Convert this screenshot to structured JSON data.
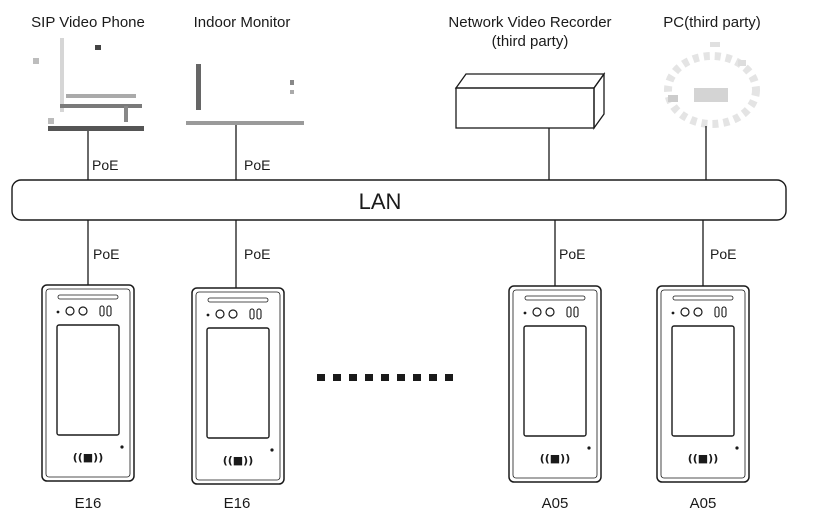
{
  "top_devices": [
    {
      "label": "SIP Video Phone",
      "link": "PoE",
      "icon": "sip-video-phone-icon"
    },
    {
      "label": "Indoor Monitor",
      "link": "PoE",
      "icon": "indoor-monitor-icon"
    },
    {
      "label_line1": "Network Video Recorder",
      "label_line2": "(third party)",
      "icon": "nvr-icon"
    },
    {
      "label": "PC(third party)",
      "icon": "pc-icon"
    }
  ],
  "network": {
    "label": "LAN"
  },
  "terminals": [
    {
      "label": "E16",
      "link": "PoE",
      "icon": "face-recognition-terminal-icon"
    },
    {
      "label": "E16",
      "link": "PoE",
      "icon": "face-recognition-terminal-icon"
    },
    {
      "label": "A05",
      "link": "PoE",
      "icon": "face-recognition-terminal-icon"
    },
    {
      "label": "A05",
      "link": "PoE",
      "icon": "face-recognition-terminal-icon"
    }
  ],
  "colors": {
    "line": "#1a1a1a",
    "device_gray": "#888888"
  }
}
